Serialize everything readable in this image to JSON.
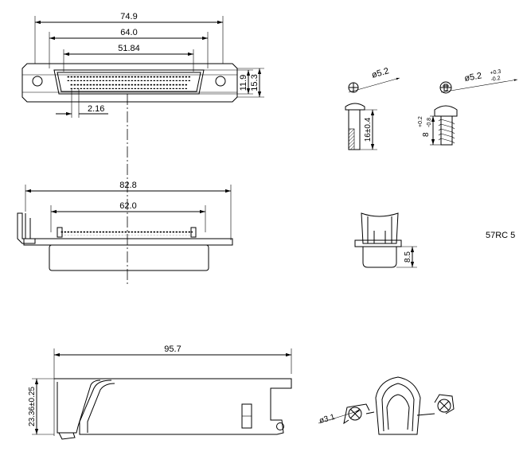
{
  "title": "",
  "dimensions": {
    "overall_width": "74.9",
    "flange_width": "64.0",
    "contact_span": "51.84",
    "body_height": "11.9",
    "flange_height": "15.3",
    "pin_pitch": "2.16",
    "length_side": "82.8",
    "inner_length_side": "62.0",
    "hood_length": "95.7",
    "hood_height": "23.36±0.25",
    "pin_height": "8.5",
    "hole_dia": "ø3.1"
  },
  "rivet": {
    "diameter": "ø5.2",
    "length": "16±0.4"
  },
  "screw": {
    "diameter": "ø5.2",
    "diameter_tol_upper": "+0.3",
    "diameter_tol_lower": "-0.2",
    "length": "8",
    "length_tol_upper": "+0.2",
    "length_tol_lower": "-0.8"
  },
  "side_note": "57RC 5"
}
